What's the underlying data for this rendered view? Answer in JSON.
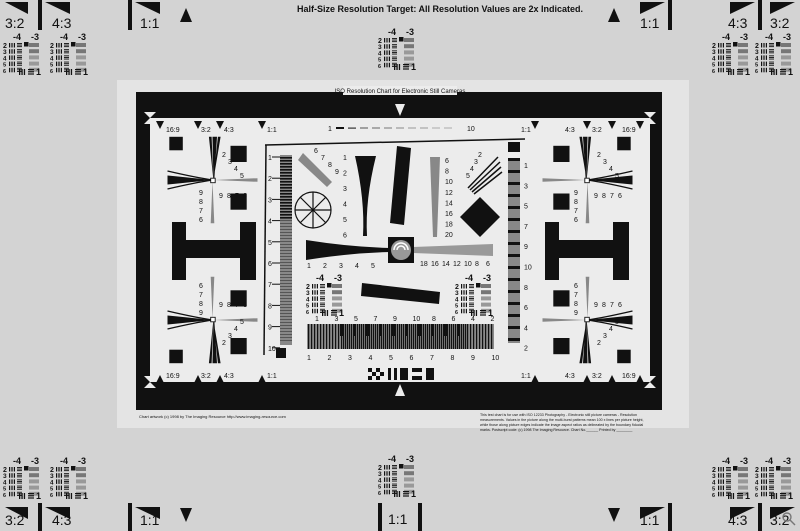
{
  "header": {
    "title": "Half-Size Resolution Target: All Resolution Values are 2x Indicated."
  },
  "ratios": {
    "r32": "3:2",
    "r43": "4:3",
    "r11": "1:1",
    "r169": "16:9"
  },
  "mini_pattern": {
    "col_labels": [
      "-4",
      "-3"
    ],
    "row_labels": [
      "2",
      "3",
      "4",
      "5",
      "6"
    ],
    "footer": "1"
  },
  "chart": {
    "title": "ISO Resolution Chart for Electronic Still Cameras",
    "top_scale": [
      "1",
      "10"
    ],
    "left_scale": [
      "1",
      "2",
      "3",
      "4",
      "5",
      "6",
      "7",
      "8",
      "9",
      "10"
    ],
    "right_scale": [
      "1",
      "3",
      "5",
      "7",
      "9",
      "10",
      "8",
      "6",
      "4",
      "2"
    ],
    "burst_top_scale": [
      "1",
      "3",
      "5",
      "7",
      "9",
      "10",
      "8",
      "6",
      "4",
      "2"
    ],
    "burst_bottom_scale": [
      "1",
      "2",
      "3",
      "4",
      "5",
      "6",
      "7",
      "8",
      "9",
      "10"
    ],
    "fan_left": [
      "6",
      "7",
      "8",
      "9"
    ],
    "fan_right": [
      "2",
      "3",
      "4",
      "5"
    ],
    "wedge_left": [
      "1",
      "2",
      "3",
      "4",
      "5",
      "6"
    ],
    "wedge_right": [
      "6",
      "8",
      "10",
      "12",
      "14",
      "16",
      "18",
      "20"
    ],
    "horiz_left": [
      "1",
      "2",
      "3",
      "4",
      "5"
    ],
    "horiz_right": [
      "18",
      "16",
      "14",
      "12",
      "10",
      "8",
      "6"
    ],
    "quad_h": [
      "9",
      "8",
      "7",
      "6"
    ],
    "quad_v": [
      "2",
      "3",
      "4",
      "5"
    ]
  },
  "footer": {
    "left": "Chart artwork (c) 1998 by The Imaging Resource http://www.imaging-resource.com",
    "right": [
      "This test chart is for use with ISO 12233 Photography - Electronic still picture cameras - Resolution",
      "measurements. Values in the picture along the multi-burst patterns mean 100 x lines per picture height,",
      "while those along picture edges indicate the image aspect ratios as delineated by the boundary fiducial",
      "marks. Postscript code: (c) 1998 The Imaging Resource. Chart No.______ Printed by ________"
    ]
  },
  "colors": {
    "background": "#d3d3d3",
    "paper": "#e4e4e4",
    "ink": "#111111"
  }
}
